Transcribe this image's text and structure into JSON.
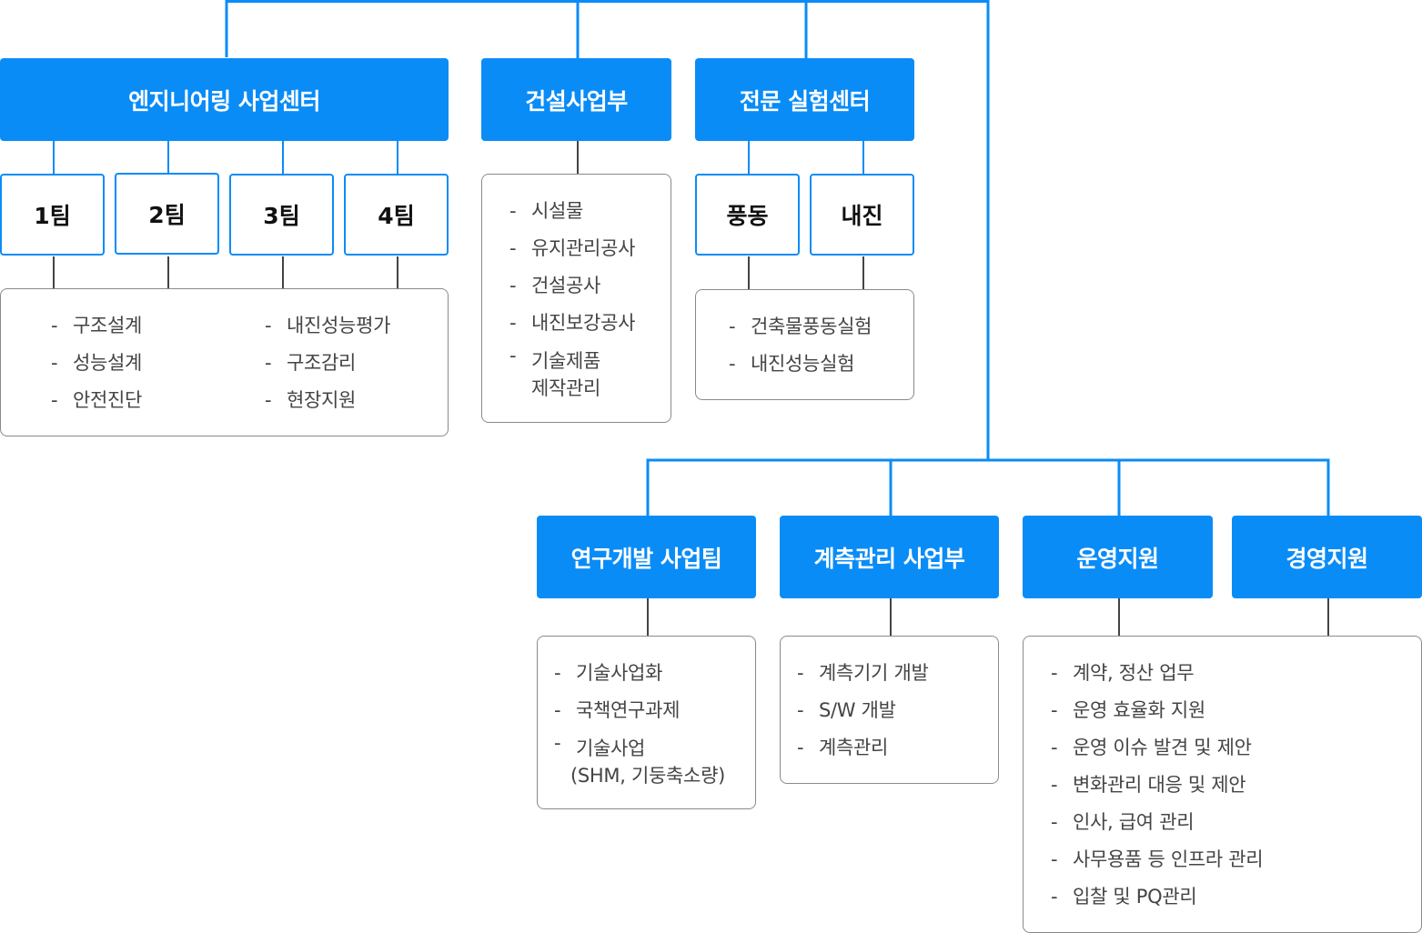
{
  "colors": {
    "accent": "#0a8cf7",
    "connector_light": "#0a8cf7",
    "connector_dark": "#444444",
    "panel_border": "#8a8a8a"
  },
  "engineering": {
    "title": "엔지니어링 사업센터",
    "teams": [
      "1팀",
      "2팀",
      "3팀",
      "4팀"
    ],
    "tasks_left": [
      "구조설계",
      "성능설계",
      "안전진단"
    ],
    "tasks_right": [
      "내진성능평가",
      "구조감리",
      "현장지원"
    ]
  },
  "construction": {
    "title": "건설사업부",
    "tasks": [
      [
        "시설물"
      ],
      [
        "유지관리공사"
      ],
      [
        "건설공사"
      ],
      [
        "내진보강공사"
      ],
      [
        "기술제품",
        "제작관리"
      ]
    ]
  },
  "lab": {
    "title": "전문 실험센터",
    "teams": [
      "풍동",
      "내진"
    ],
    "tasks": [
      "건축물풍동실험",
      "내진성능실험"
    ]
  },
  "rnd": {
    "title": "연구개발 사업팀",
    "tasks": [
      [
        "기술사업화"
      ],
      [
        "국책연구과제"
      ],
      [
        "기술사업",
        "(SHM, 기둥축소량)"
      ]
    ]
  },
  "measurement": {
    "title": "계측관리 사업부",
    "tasks": [
      "계측기기 개발",
      "S/W 개발",
      "계측관리"
    ]
  },
  "operations": {
    "title": "운영지원",
    "tasks": [
      "계약, 정산 업무",
      "운영 효율화 지원",
      "운영 이슈 발견 및 제안",
      "변화관리 대응 및 제안",
      "인사, 급여 관리",
      "사무용품 등 인프라 관리",
      "입찰 및 PQ관리"
    ]
  },
  "management": {
    "title": "경영지원"
  }
}
